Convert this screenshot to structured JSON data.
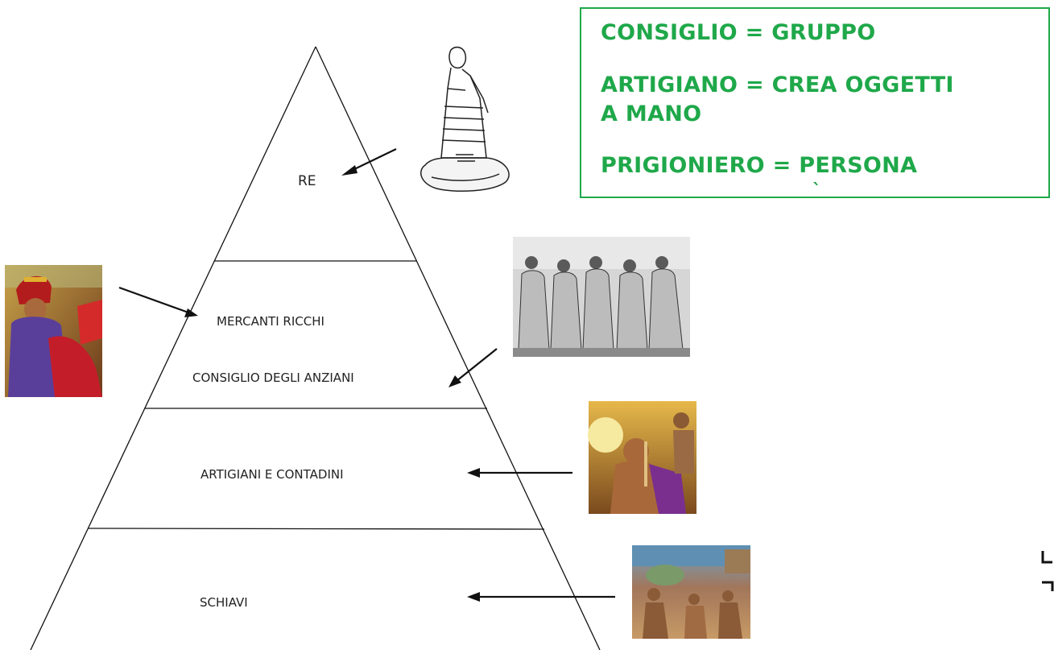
{
  "pyramid": {
    "levels": {
      "re": "RE",
      "mercanti": "MERCANTI RICCHI",
      "consiglio": "CONSIGLIO DEGLI ANZIANI",
      "artigiani": "ARTIGIANI E CONTADINI",
      "schiavi": "SCHIAVI"
    }
  },
  "images": {
    "king": "king-figure-drawing",
    "merchant": "merchant-painting",
    "elders": "council-of-elders-engraving",
    "artisan": "artisan-painting",
    "slaves": "slaves-painting"
  },
  "glossary": {
    "line1": "CONSIGLIO = GRUPPO",
    "line2": "ARTIGIANO = CREA OGGETTI",
    "line3": "A MANO",
    "line4": "PRIGIONIERO = PERSONA",
    "accent_mark": "`"
  },
  "colors": {
    "glossary_green": "#1fa84a",
    "line": "#111111"
  }
}
